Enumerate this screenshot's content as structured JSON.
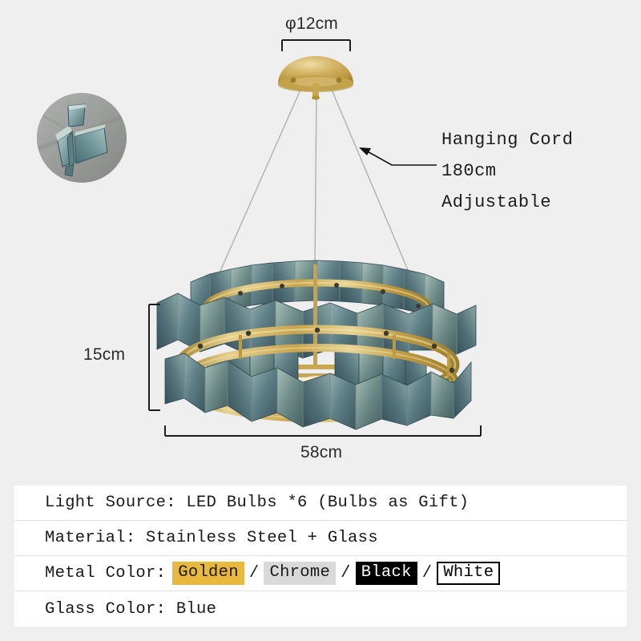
{
  "page": {
    "background_color": "#efeff0",
    "product_type": "round two-tier glass panel chandelier"
  },
  "dimensions": {
    "canopy_diameter_label": "φ12cm",
    "fixture_height_label": "15cm",
    "fixture_width_label": "58cm"
  },
  "callout": {
    "line1": "Hanging Cord",
    "line2": "180cm",
    "line3": "Adjustable"
  },
  "inset": {
    "name": "glass-panel-detail",
    "description": "close-up of folded blue glass panel on concrete",
    "glass_color": "#6d9298",
    "backdrop_color": "#9a9d9b"
  },
  "product_colors": {
    "brass": "#c9a44a",
    "brass_light": "#e4cd85",
    "brass_dark": "#9c7c2c",
    "glass_blue": "#5d7d85",
    "glass_blue_light": "#8fa9ab",
    "glass_blue_dark": "#3f575f",
    "cord": "#b7b7b7"
  },
  "spec": {
    "rows": [
      {
        "name": "light-source",
        "type": "text",
        "text": "Light Source: LED Bulbs *6 (Bulbs as Gift)"
      },
      {
        "name": "material",
        "type": "text",
        "text": "Material: Stainless Steel + Glass"
      },
      {
        "name": "metal-color",
        "type": "options",
        "prefix": "Metal Color:",
        "options": [
          {
            "label": "Golden",
            "style": "golden",
            "bg": "#e8b93e",
            "fg": "#1a1a1a"
          },
          {
            "label": "Chrome",
            "style": "chrome",
            "bg": "#d9d9d9",
            "fg": "#1a1a1a"
          },
          {
            "label": "Black",
            "style": "black",
            "bg": "#000000",
            "fg": "#ffffff"
          },
          {
            "label": "White",
            "style": "white",
            "bg": "#ffffff",
            "fg": "#000000"
          }
        ],
        "separator": "/"
      },
      {
        "name": "glass-color",
        "type": "text",
        "text": "Glass Color: Blue"
      }
    ]
  }
}
